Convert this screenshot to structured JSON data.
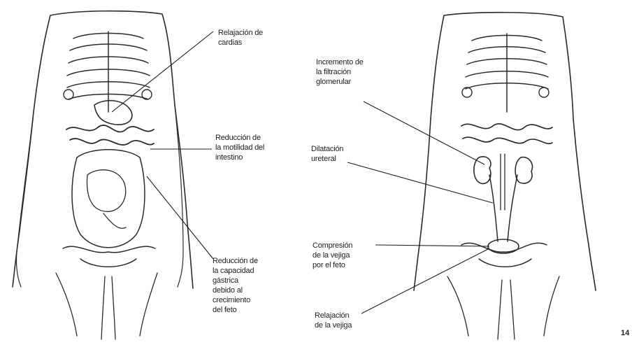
{
  "annotations": {
    "left_figure": {
      "cardias": "Relajación de\ncardias",
      "intestino": "Reducción de\nla motilidad del\nintestino",
      "estomago": "Reducción de\nla capacidad\ngástrica\ndebido al\ncrecimiento\ndel feto"
    },
    "right_figure": {
      "filtracion": "Incremento de\nla filtración\nglomerular",
      "dilatacion": "Dilatación\nureteral",
      "compresion": "Compresión\nde la vejiga\npor el feto",
      "relajacion": "Relajación\nde la vejiga"
    }
  },
  "page_number": "14"
}
